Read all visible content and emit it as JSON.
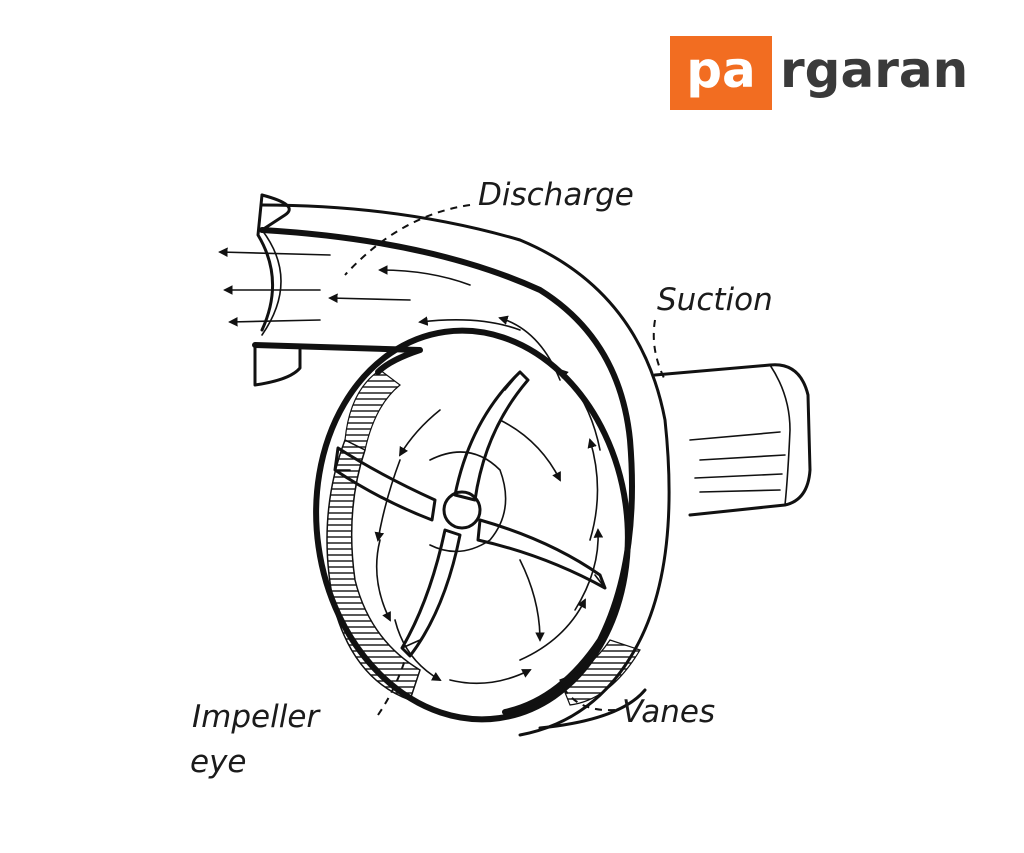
{
  "logo": {
    "highlight": "pa",
    "rest": "rgaran",
    "brand_color": "#f26d21",
    "text_color": "#3a3a3a"
  },
  "labels": {
    "discharge": "Discharge",
    "suction": "Suction",
    "impeller_eye_line1": "Impeller",
    "impeller_eye_line2": "eye",
    "vanes": "Vanes"
  },
  "colors": {
    "ink": "#111111",
    "background": "#ffffff"
  }
}
